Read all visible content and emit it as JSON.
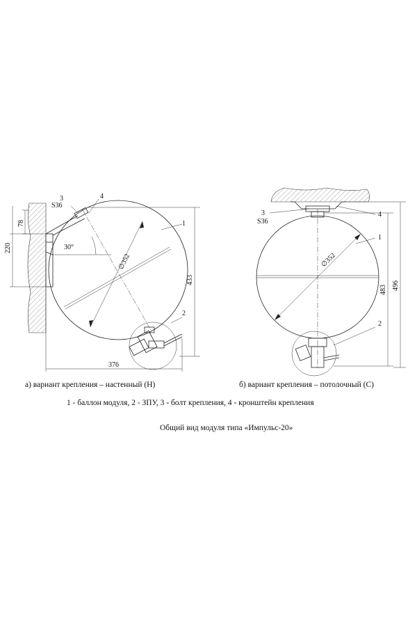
{
  "left_view": {
    "callouts": [
      "1",
      "2",
      "3",
      "4"
    ],
    "bolt_label": "S36",
    "angle_label": "30°",
    "diameter_label": "∅352",
    "dims": {
      "bracket_height": "78",
      "mount_height": "220",
      "total_height": "433",
      "width": "376"
    }
  },
  "right_view": {
    "callouts": [
      "1",
      "2",
      "3",
      "4"
    ],
    "bolt_label": "S36",
    "diameter_label": "∅352",
    "dims": {
      "sphere_height": "483",
      "total_height": "496"
    }
  },
  "captions": {
    "left": "а) вариант крепления – настенный (Н)",
    "right": "б) вариант крепления – потолочный (С)",
    "legend": "1 - баллон модуля, 2 - ЗПУ, 3 - болт крепления, 4 - кронштейн крепления",
    "title": "Общий вид модуля типа «Импульс-20»"
  }
}
